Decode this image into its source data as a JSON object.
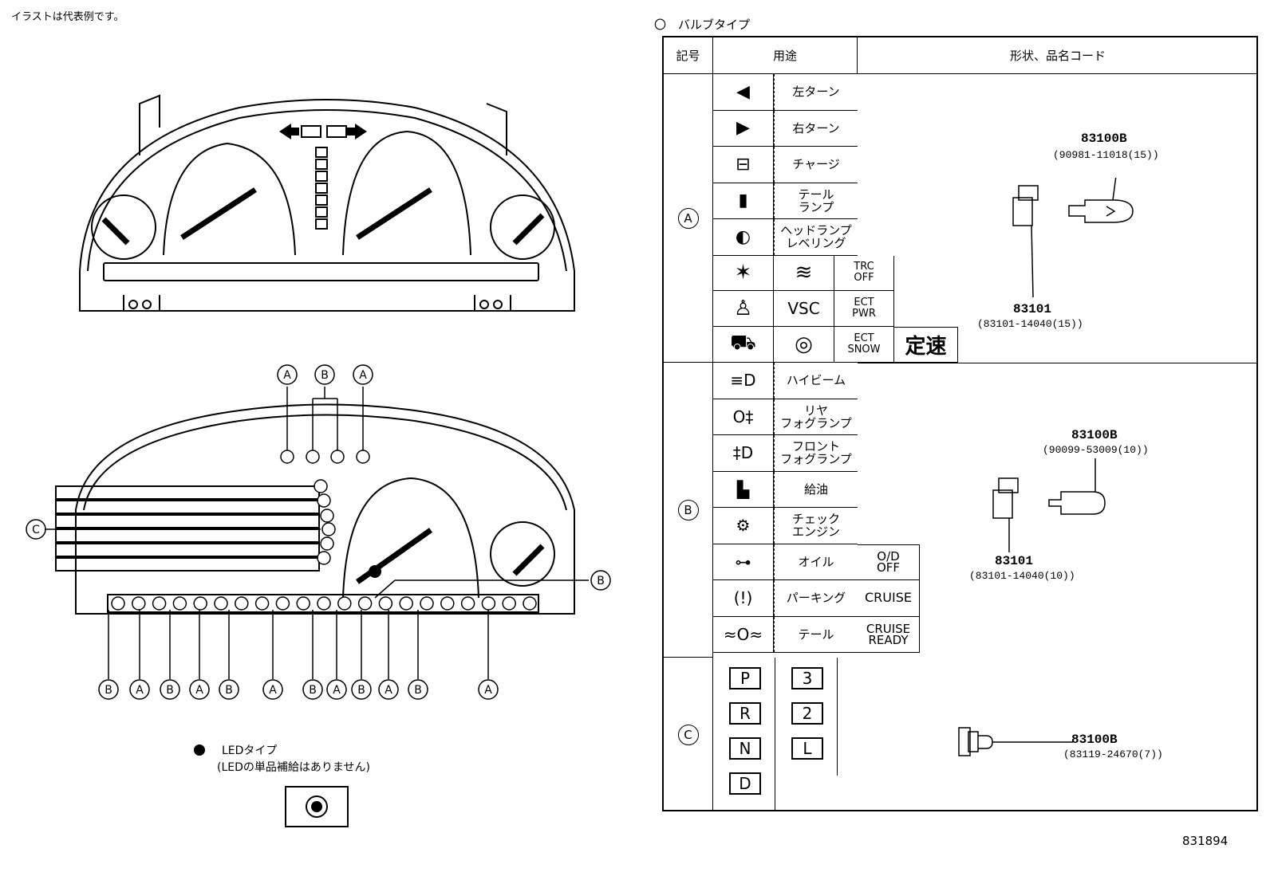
{
  "note": "イラストは代表例です。",
  "legend_bulb": "〇　バルブタイプ",
  "table": {
    "headers": {
      "symbol": "記号",
      "usage": "用途",
      "shape": "形状、品名コード"
    },
    "sections": [
      {
        "symbol": "A",
        "rows": [
          {
            "icon": "left-arrow-icon",
            "label": "左ターン"
          },
          {
            "icon": "right-arrow-icon",
            "label": "右ターン"
          },
          {
            "icon": "battery-icon",
            "label": "チャージ"
          },
          {
            "icon": "tail-lamp-icon",
            "label": "テール\nランプ"
          },
          {
            "icon": "headlamp-leveling-icon",
            "label": "ヘッドランプ\nレベリング"
          }
        ],
        "grid": [
          [
            "airbag-icon",
            "skid-icon",
            "TRC\nOFF"
          ],
          [
            "seatbelt-icon",
            "VSC",
            "ECT\nPWR"
          ],
          [
            "door-open-icon",
            "abs-icon",
            "ECT\nSNOW",
            "定速"
          ]
        ],
        "part": {
          "code": "83100B",
          "sub": "(90981-11018(15))",
          "socket": "83101",
          "socket_sub": "(83101-14040(15))"
        }
      },
      {
        "symbol": "B",
        "rows": [
          {
            "icon": "high-beam-icon",
            "label": "ハイビーム"
          },
          {
            "icon": "rear-fog-icon",
            "label": "リヤ\nフォグランプ"
          },
          {
            "icon": "front-fog-icon",
            "label": "フロント\nフォグランプ"
          },
          {
            "icon": "fuel-icon",
            "label": "給油"
          },
          {
            "icon": "check-engine-icon",
            "label": "チェック\nエンジン"
          },
          {
            "icon": "oil-icon",
            "label": "オイル",
            "extra": "O/D\nOFF"
          },
          {
            "icon": "parking-brake-icon",
            "label": "パーキング",
            "extra": "CRUISE"
          },
          {
            "icon": "tail-icon",
            "label": "テール",
            "extra": "CRUISE\nREADY"
          }
        ],
        "part": {
          "code": "83100B",
          "sub": "(90099-53009(10))",
          "socket": "83101",
          "socket_sub": "(83101-14040(10))"
        }
      },
      {
        "symbol": "C",
        "gears": [
          "P",
          "R",
          "N",
          "D",
          "3",
          "2",
          "L"
        ],
        "part": {
          "code": "83100B",
          "sub": "(83119-24670(7))"
        }
      }
    ]
  },
  "led": {
    "title": "LEDタイプ",
    "note": "(LEDの単品補給はありません)"
  },
  "cluster_labels": {
    "top": [
      "A",
      "B",
      "A"
    ],
    "left": "C",
    "right": "B",
    "bottom": [
      "B",
      "A",
      "B",
      "A",
      "B",
      "A",
      "B",
      "A",
      "B",
      "A",
      "B",
      "A"
    ]
  },
  "diagram_id": "831894"
}
